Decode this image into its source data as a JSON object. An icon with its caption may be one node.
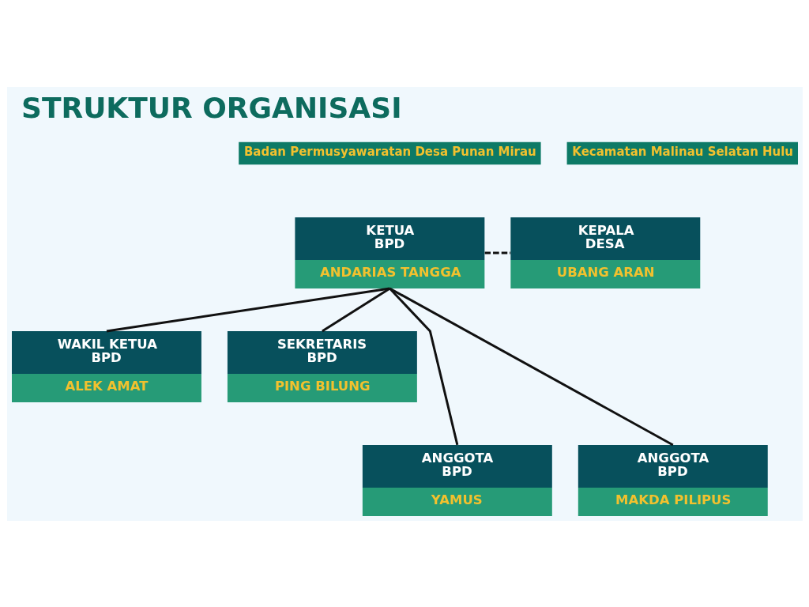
{
  "diagram": {
    "title": "STRUKTUR ORGANISASI",
    "nodes": [
      {
        "text": [
          "KETUA BPD",
          "ANDARIAS TANGGA"
        ]
      },
      {
        "text": [
          "KEPALA DESA",
          "UBANG ARAN"
        ]
      },
      {
        "text": [
          "WAKIL KETUA BPD",
          "ALEK AMAT"
        ]
      },
      {
        "text": [
          "SEKRETARIS BPD",
          "PING BILUNG"
        ]
      },
      {
        "text": [
          "ANGGOTA BPD",
          "YAMUS"
        ]
      },
      {
        "text": [
          "ANGGOTA BPD",
          "MAKDA PILIPUS"
        ]
      }
    ],
    "edges": [
      {
        "from": 0,
        "to": 1,
        "arrow": "none",
        "style": "dashed"
      },
      {
        "from": 0,
        "to": 2,
        "arrow": "none"
      },
      {
        "from": 0,
        "to": 3,
        "arrow": "none"
      },
      {
        "from": 0,
        "to": 4,
        "arrow": "none"
      },
      {
        "from": 0,
        "to": 5,
        "arrow": "none"
      }
    ],
    "labels": [
      "Badan Permusyawaratan Desa Punan Mirau",
      "Kecamatan Malinau Selatan Hulu"
    ]
  }
}
